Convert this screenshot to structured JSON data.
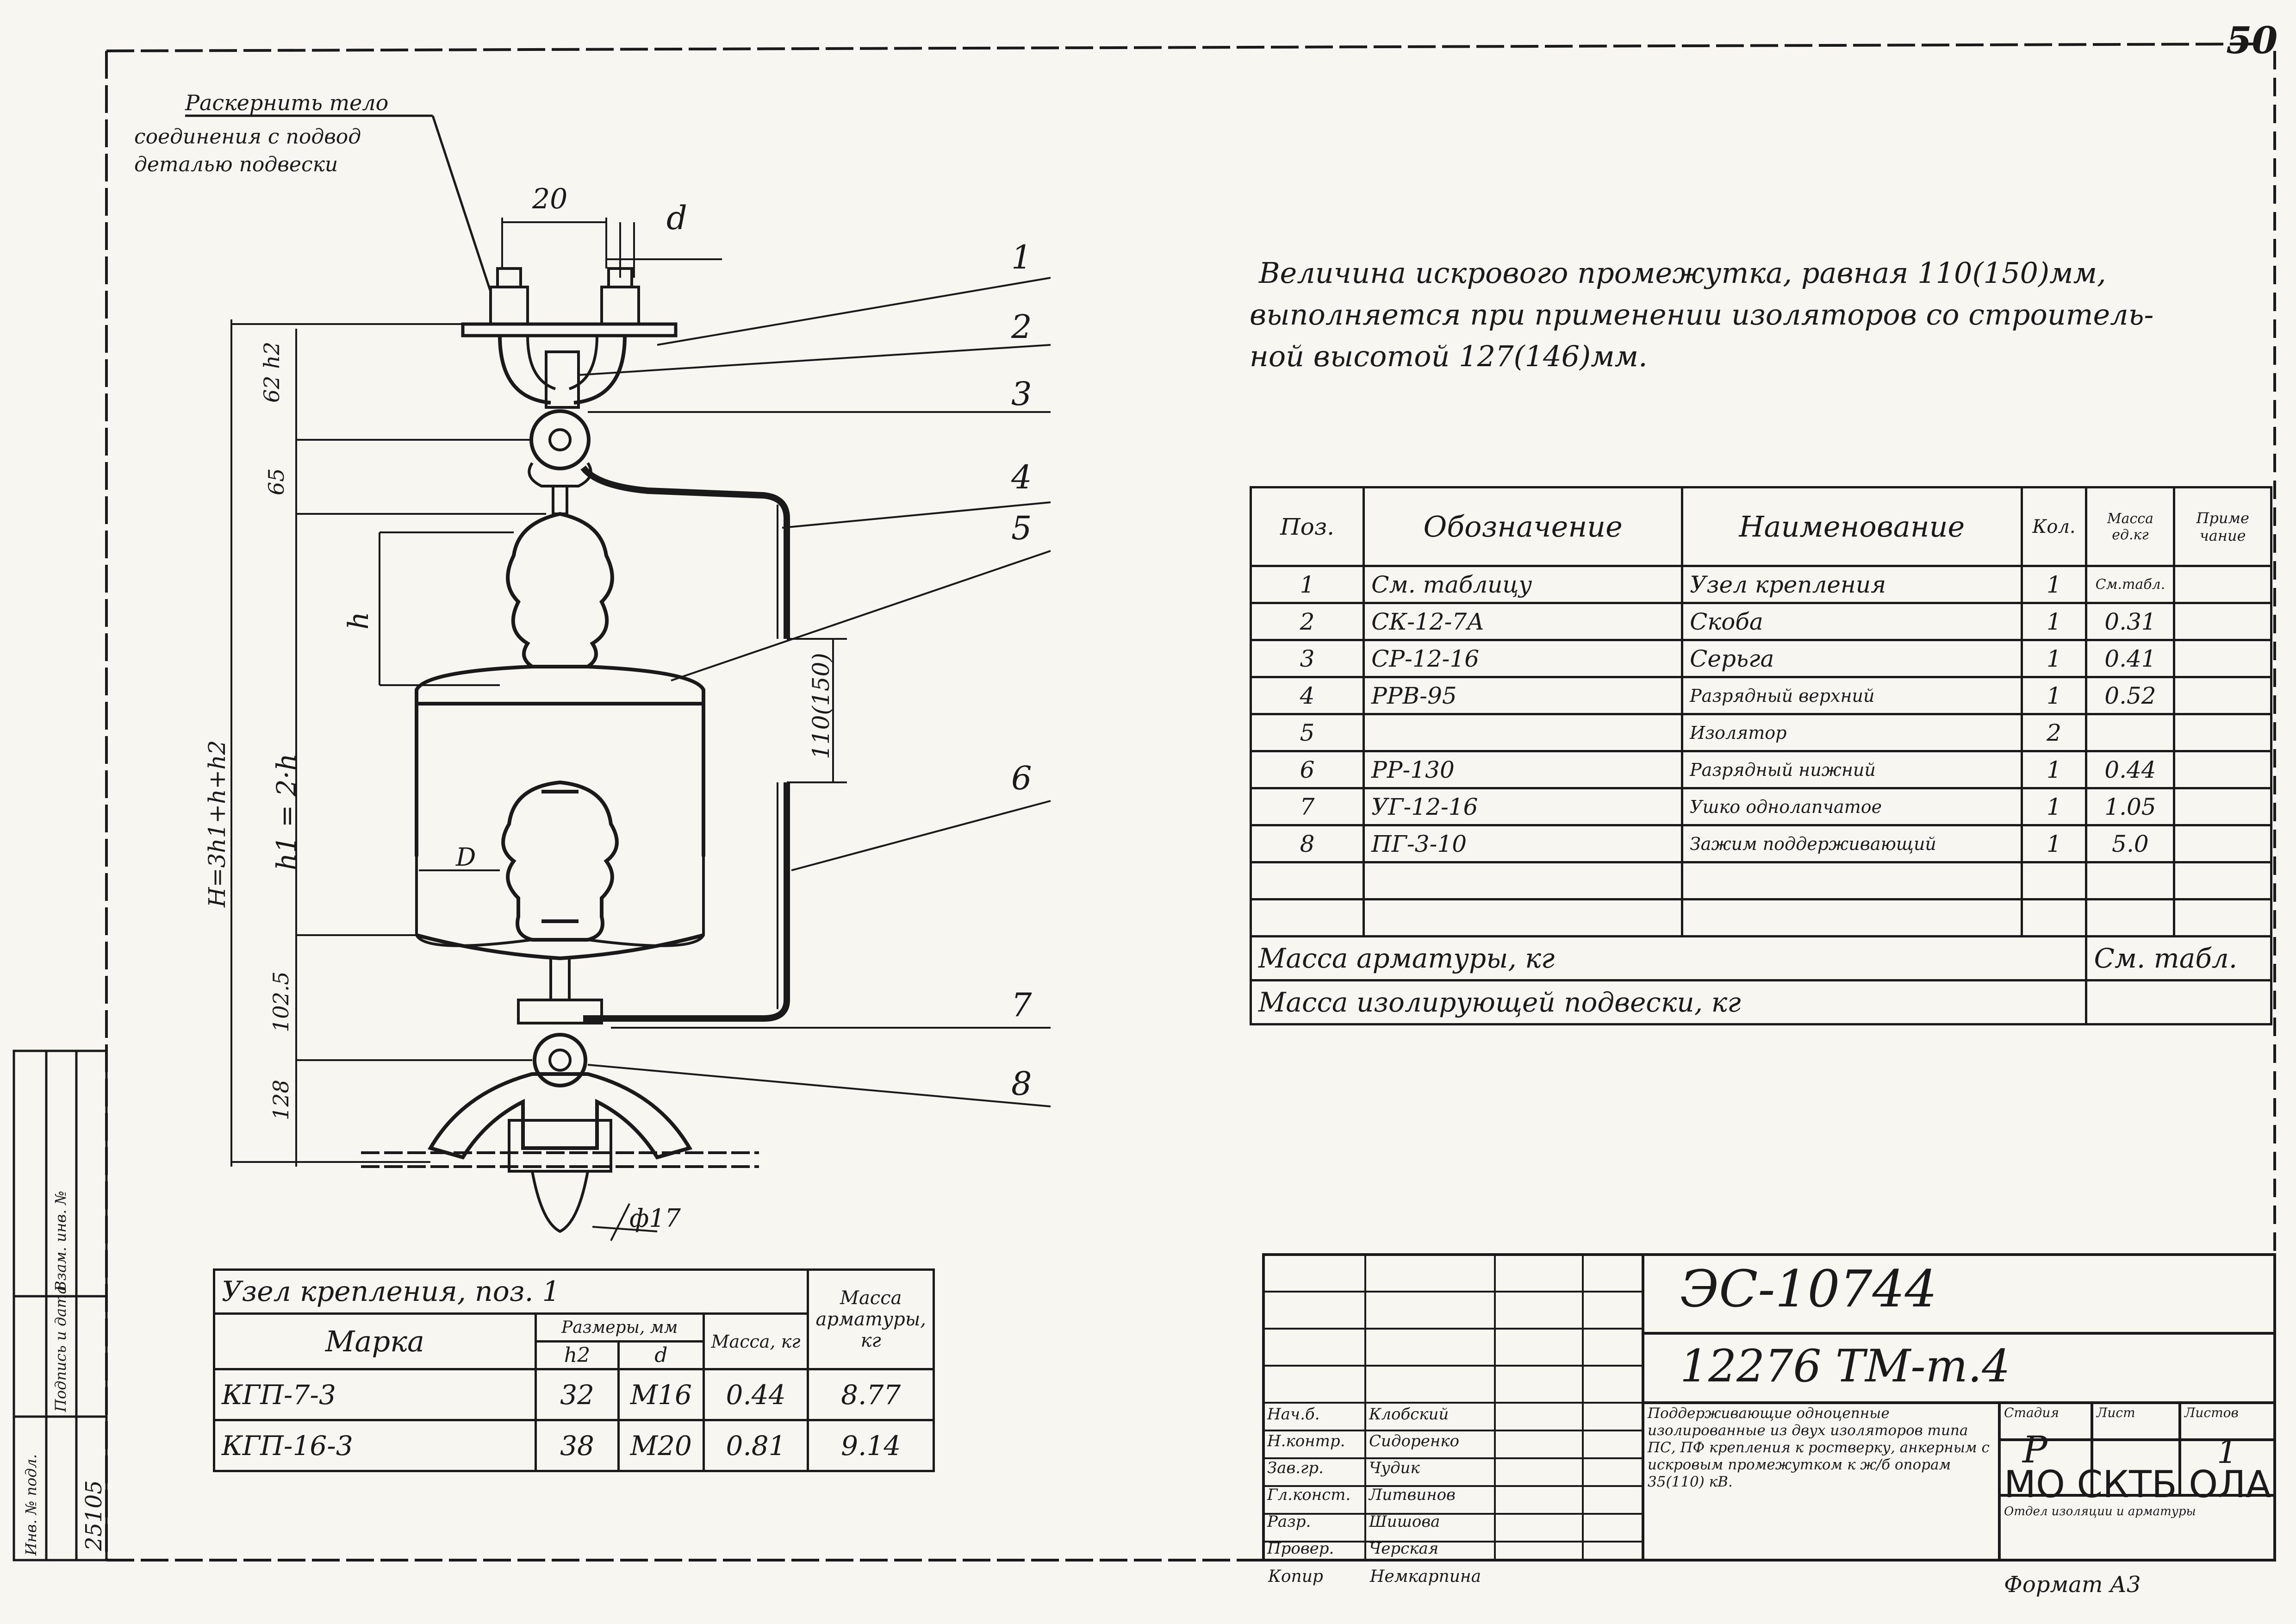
{
  "page_number": "50",
  "callout": {
    "line1": "Раскернить тело",
    "line2": "соединения с подвод",
    "line3": "деталью подвески"
  },
  "dims": {
    "top_width": "20",
    "d": "d",
    "h2": "62 h2",
    "d65": "65",
    "h": "h",
    "h1": "h1 = 2·h",
    "H": "H=3h1+h+h2",
    "d1025": "102.5",
    "d128": "128",
    "gap": "110(150)",
    "dia": "ф17",
    "D": "D"
  },
  "positions": [
    "1",
    "2",
    "3",
    "4",
    "5",
    "6",
    "7",
    "8"
  ],
  "note": {
    "line1": "Величина искрового промежутка, равная 110(150)мм,",
    "line2": "выполняется при применении изоляторов со строитель-",
    "line3": "ной высотой 127(146)мм."
  },
  "spec_table": {
    "headers": [
      "Поз.",
      "Обозначение",
      "Наименование",
      "Кол.",
      "Масса ед.кг",
      "Приме чание"
    ],
    "rows": [
      [
        "1",
        "См. таблицу",
        "Узел крепления",
        "1",
        "См.табл.",
        ""
      ],
      [
        "2",
        "СК-12-7А",
        "Скоба",
        "1",
        "0.31",
        ""
      ],
      [
        "3",
        "СР-12-16",
        "Серьга",
        "1",
        "0.41",
        ""
      ],
      [
        "4",
        "РРВ-95",
        "Разрядный верхний",
        "1",
        "0.52",
        ""
      ],
      [
        "5",
        "",
        "Изолятор",
        "2",
        "",
        ""
      ],
      [
        "6",
        "РР-130",
        "Разрядный нижний",
        "1",
        "0.44",
        ""
      ],
      [
        "7",
        "УГ-12-16",
        "Ушко однолапчатое",
        "1",
        "1.05",
        ""
      ],
      [
        "8",
        "ПГ-3-10",
        "Зажим поддерживающий",
        "1",
        "5.0",
        ""
      ],
      [
        "",
        "",
        "",
        "",
        "",
        ""
      ],
      [
        "",
        "",
        "",
        "",
        "",
        ""
      ]
    ],
    "mass_armature": "Масса арматуры, кг",
    "mass_armature_value": "См. табл.",
    "mass_suspension": "Масса изолирующей подвески, кг"
  },
  "mount_table": {
    "title": "Узел крепления, поз. 1",
    "mass_header": "Масса арматуры, кг",
    "marka_header": "Марка",
    "sizes_header": "Размеры, мм",
    "unit_mass_header": "Масса, кг",
    "h2": "h2",
    "d": "d",
    "rows": [
      [
        "КГП-7-3",
        "32",
        "М16",
        "0.44",
        "8.77"
      ],
      [
        "КГП-16-3",
        "38",
        "М20",
        "0.81",
        "9.14"
      ]
    ]
  },
  "title_block": {
    "code": "ЭС-10744",
    "drawing": "12276 ТМ-т.4",
    "description": "Поддерживающие одноцепные изолированные из двух изоляторов типа ПС, ПФ крепления к ростверку, анкерным с искровым промежутком к ж/б опорам 35(110) кВ.",
    "stage_label": "Стадия",
    "sheet_label": "Лист",
    "sheets_label": "Листов",
    "stage": "Р",
    "sheet": "",
    "sheets": "1",
    "org": "МО СКТБ ОЛА",
    "org_sub": "Отдел изоляции и арматуры",
    "format": "Формат А3",
    "copied": "Копир",
    "copier_name": "Немкарпина",
    "staff": [
      [
        "Нач.б.",
        "Клобский"
      ],
      [
        "Н.контр.",
        "Сидоренко"
      ],
      [
        "Зав.гр.",
        "Чудик"
      ],
      [
        "Гл.конст.",
        "Литвинов"
      ],
      [
        "Разр.",
        "Шишова"
      ],
      [
        "Провер.",
        "Черская"
      ]
    ]
  },
  "side_stamp": {
    "inv": "Инв. № подл.",
    "sign": "Подпись и дата",
    "vzam": "Взам. инв. №",
    "num": "25105"
  }
}
